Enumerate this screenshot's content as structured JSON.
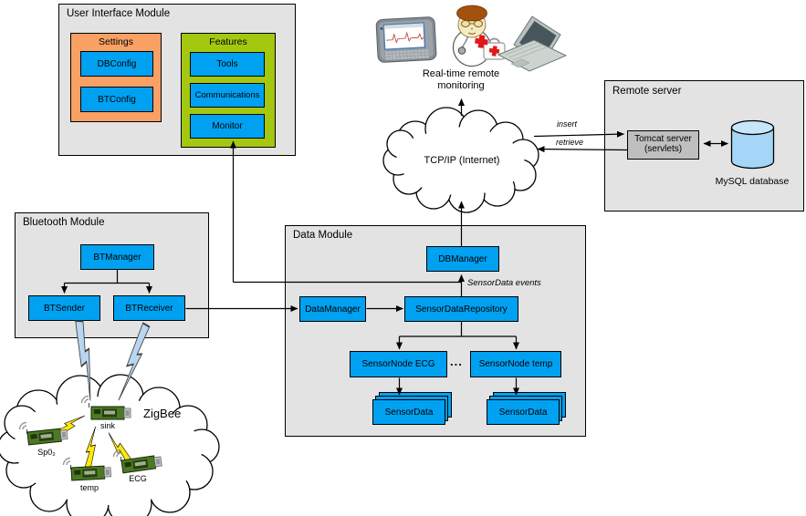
{
  "ui_module": {
    "title": "User Interface Module",
    "settings": {
      "title": "Settings",
      "items": [
        {
          "label": "DBConfig"
        },
        {
          "label": "BTConfig"
        }
      ]
    },
    "features": {
      "title": "Features",
      "items": [
        {
          "label": "Tools"
        },
        {
          "label": "Communications"
        },
        {
          "label": "Monitor"
        }
      ]
    }
  },
  "bluetooth_module": {
    "title": "Bluetooth Module",
    "manager": "BTManager",
    "sender": "BTSender",
    "receiver": "BTReceiver"
  },
  "data_module": {
    "title": "Data Module",
    "db_manager": "DBManager",
    "event_label": "SensorData events",
    "data_manager": "DataManager",
    "repository": "SensorDataRepository",
    "sensor_node_ecg": "SensorNode ECG",
    "ellipsis": "...",
    "sensor_node_temp": "SensorNode temp",
    "sensordata_left": "SensorData",
    "sensordata_right": "SensorData"
  },
  "remote_server": {
    "title": "Remote server",
    "tomcat_line1": "Tomcat server",
    "tomcat_line2": "(servlets)",
    "insert_label": "insert",
    "retrieve_label": "retrieve",
    "database_label": "MySQL database"
  },
  "internet_cloud": {
    "label": "TCP/IP (Internet)"
  },
  "monitoring": {
    "line1": "Real-time remote",
    "line2": "monitoring"
  },
  "zigbee_cloud": {
    "label": "ZigBee",
    "nodes": [
      {
        "label": "Sp0₂"
      },
      {
        "label": "sink"
      },
      {
        "label": "temp"
      },
      {
        "label": "ECG"
      }
    ]
  },
  "icons": {
    "pda": "pda-icon",
    "doctor": "doctor-icon",
    "laptop": "laptop-icon",
    "internet_cloud": "cloud-icon",
    "zigbee_cloud": "cloud-icon",
    "database": "database-cylinder-icon",
    "sensor_mote": "sensor-mote-icon",
    "wireless": "wireless-bolt-icon"
  },
  "colors": {
    "component_blue": "#00A1F1",
    "settings_orange": "#F9A064",
    "features_green": "#A4C80F",
    "module_gray": "#E3E3E3",
    "tomcat_gray": "#BFBFBF",
    "db_cylinder_blue": "#A5D5F7",
    "bolt_yellow": "#FFE80A",
    "bolt_blue": "#B8D6F0"
  }
}
